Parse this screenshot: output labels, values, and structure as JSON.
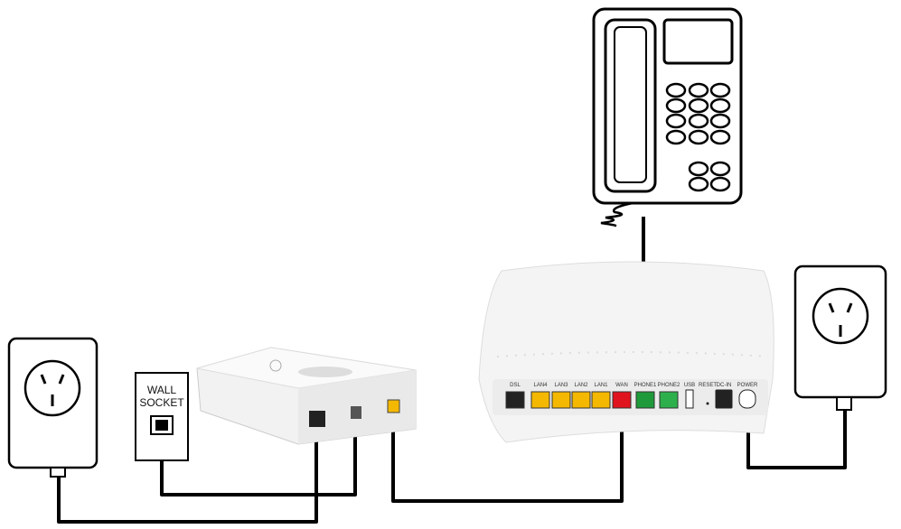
{
  "wall_socket": {
    "line1": "WALL",
    "line2": "SOCKET"
  },
  "router_ports": [
    {
      "label": "DSL",
      "color": "#222222"
    },
    {
      "label": "LAN4",
      "color": "#f5b800"
    },
    {
      "label": "LAN3",
      "color": "#f5b800"
    },
    {
      "label": "LAN2",
      "color": "#f5b800"
    },
    {
      "label": "LAN1",
      "color": "#f5b800"
    },
    {
      "label": "WAN",
      "color": "#e0141e"
    },
    {
      "label": "PHONE1",
      "color": "#1f9a3a"
    },
    {
      "label": "PHONE2",
      "color": "#2db04b"
    },
    {
      "label": "USB",
      "color": "#ffffff"
    },
    {
      "label": "RESET",
      "color": "#222222"
    },
    {
      "label": "DC-IN",
      "color": "#222222"
    },
    {
      "label": "POWER",
      "color": "#ffffff"
    }
  ]
}
